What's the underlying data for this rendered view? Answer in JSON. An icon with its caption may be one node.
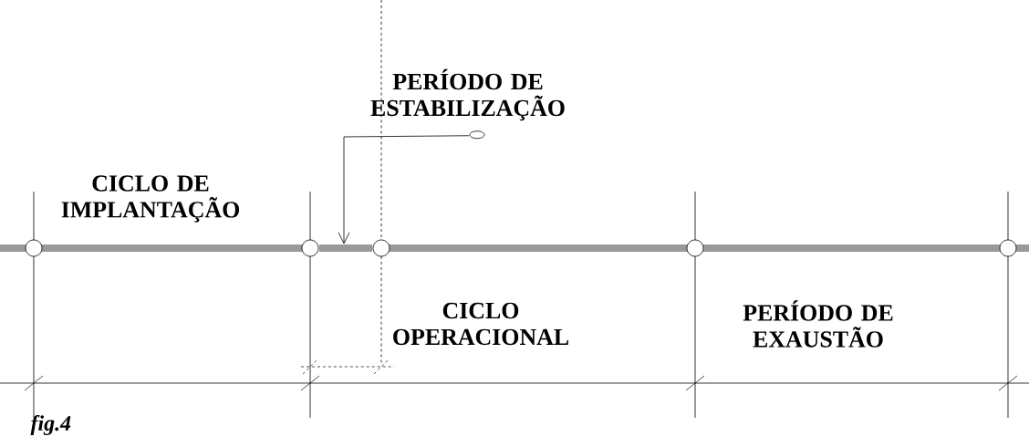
{
  "diagram": {
    "caption": "fig.4",
    "nodes": [
      {
        "text": [
          "CICLO DE IMPLANTAÇÃO"
        ]
      },
      {
        "text": [
          "PERÍODO DE ESTABILIZAÇÃO"
        ]
      },
      {
        "text": [
          "CICLO OPERACIONAL"
        ]
      },
      {
        "text": [
          "PERÍODO DE EXAUSTÃO"
        ]
      },
      {
        "text": [],
        "shape": "bar"
      }
    ],
    "edges": [
      {
        "from": 1,
        "to": 4,
        "arrow": "to"
      }
    ]
  }
}
